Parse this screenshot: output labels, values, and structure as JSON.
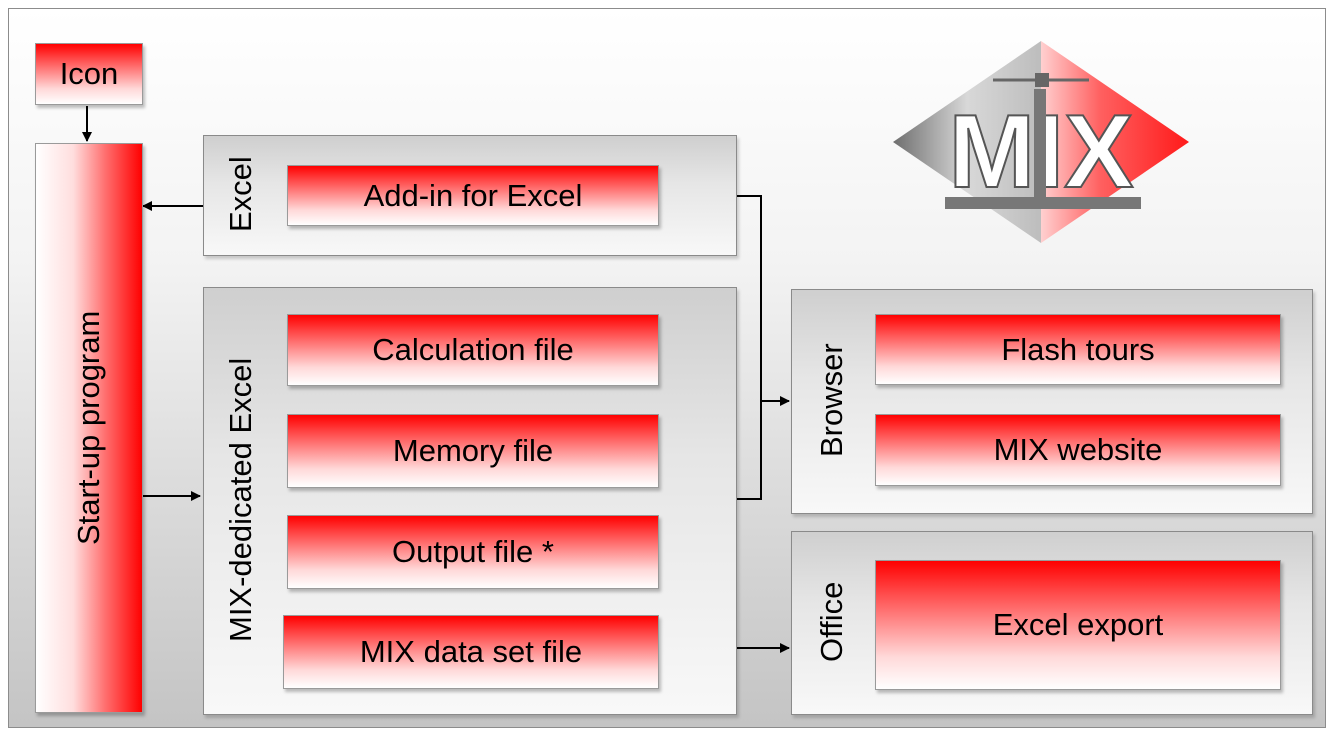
{
  "icon": {
    "label": "Icon"
  },
  "startup": {
    "label": "Start-up program"
  },
  "excel": {
    "label": "Excel",
    "items": [
      "Add-in for Excel"
    ]
  },
  "mix_excel": {
    "label": "MIX-dedicated Excel",
    "items": [
      "Calculation file",
      "Memory file",
      "Output file *",
      "MIX data set file"
    ]
  },
  "browser": {
    "label": "Browser",
    "items": [
      "Flash tours",
      "MIX website"
    ]
  },
  "office": {
    "label": "Office",
    "items": [
      "Excel export"
    ]
  },
  "logo": {
    "text": "MIX"
  },
  "colors": {
    "box_red": "#ff0000",
    "panel_gray": "#d9d9d9",
    "logo_gray": "#8a8a8a"
  }
}
